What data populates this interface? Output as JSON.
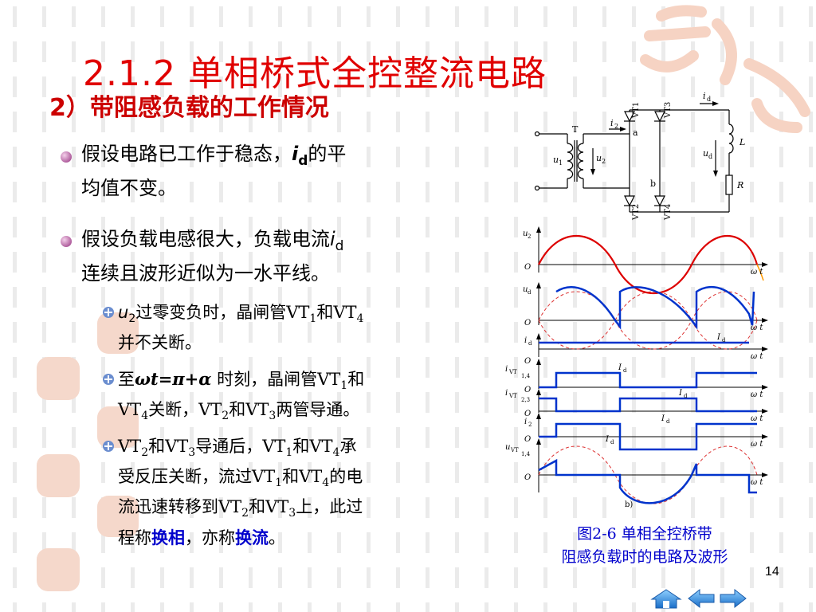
{
  "slide": {
    "title": "2.1.2 单相桥式全控整流电路",
    "subtitle": "2）带阻感负载的工作情况",
    "page_number": "14"
  },
  "bullets": [
    {
      "pre": "假设电路已工作于稳态，",
      "var": "i",
      "subscript": "d",
      "post": "的平",
      "line2": "均值不变。"
    },
    {
      "pre": "假设负载电感很大，负载电流",
      "var": "i",
      "subscript": "d",
      "line2": "连续且波形近似为一水平线。"
    }
  ],
  "sub_bullets": [
    {
      "a": "u",
      "a_sub": "2",
      "b": "过零变负时，晶闸管VT",
      "b_sub": "1",
      "c": "和VT",
      "c_sub": "4",
      "line2": "并不关断。"
    },
    {
      "a": "至",
      "b": "ωt=π+α",
      "c": " 时刻，晶闸管VT",
      "c_sub": "1",
      "d": "和",
      "line2_a": "VT",
      "line2_a_sub": "4",
      "line2_b": "关断，VT",
      "line2_b_sub": "2",
      "line2_c": "和VT",
      "line2_c_sub": "3",
      "line2_d": "两管导通。"
    },
    {
      "a": "VT",
      "a_sub": "2",
      "b": "和VT",
      "b_sub": "3",
      "c": "导通后，VT",
      "c_sub": "1",
      "d": "和VT",
      "d_sub": "4",
      "e": "承",
      "line2_a": "受反压关断，流过VT",
      "line2_a_sub": "1",
      "line2_b": "和VT",
      "line2_b_sub": "4",
      "line2_c": "的电",
      "line3_a": "流迅速转移到VT",
      "line3_a_sub": "2",
      "line3_b": "和VT",
      "line3_b_sub": "3",
      "line3_c": "上，此过",
      "line4_a": "程称",
      "line4_b": "换相",
      "line4_c": "，亦称",
      "line4_d": "换流",
      "line4_e": "。"
    }
  ],
  "figure": {
    "caption_line1": "图2-6  单相全控桥带",
    "caption_line2": "阻感负载时的电路及波形",
    "circuit_labels": {
      "T": "T",
      "a": "a",
      "b": "b",
      "u1": "u",
      "u1_sub": "1",
      "u2": "u",
      "u2_sub": "2",
      "i2": "i",
      "i2_sub": "2",
      "id": "i",
      "id_sub": "d",
      "ud": "u",
      "ud_sub": "d",
      "L": "L",
      "R": "R",
      "vt1": "VT1",
      "vt2": "VT2",
      "vt3": "VT3",
      "vt4": "VT4"
    },
    "waveform_labels": {
      "origin": "O",
      "wt": "ω t",
      "u2": "u",
      "u2_sub": "2",
      "ud": "u",
      "ud_sub": "d",
      "id": "i",
      "id_sub": "d",
      "Id": "I",
      "Id_sub": "d",
      "ivt14": "i",
      "ivt14_sub": "VT",
      "ivt14_sub2": "1,4",
      "ivt23": "i",
      "ivt23_sub": "VT",
      "ivt23_sub2": "2,3",
      "i2": "i",
      "i2_sub": "2",
      "uvt14": "u",
      "uvt14_sub": "VT",
      "uvt14_sub2": "1,4",
      "part": "b)"
    }
  },
  "colors": {
    "title": "#e00000",
    "subtitle": "#cc0000",
    "emphasis": "#0000cc",
    "waveform_u2": "#dd0000",
    "waveform_main": "#0033cc",
    "watermark": "#f3c9b6"
  },
  "nav": {
    "home_icon": "home-icon",
    "back_icon": "left-arrow-icon",
    "forward_icon": "right-arrow-icon"
  }
}
